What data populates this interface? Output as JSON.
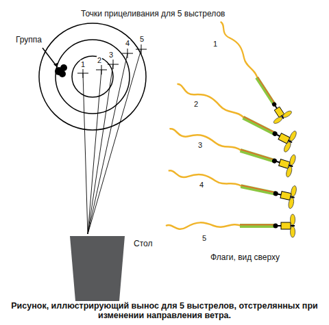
{
  "diagram": {
    "title": "Точки прицеливания для 5 выстрелов",
    "caption": "Рисунок, иллюстрирующий вынос для 5 выстрелов, отстрелянных при изменении направления ветра.",
    "labels": [
      "Группа",
      "1",
      "2",
      "3",
      "4",
      "5",
      "Стол",
      "1",
      "2",
      "3",
      "4",
      "5",
      "Флаги, вид сверху"
    ]
  }
}
